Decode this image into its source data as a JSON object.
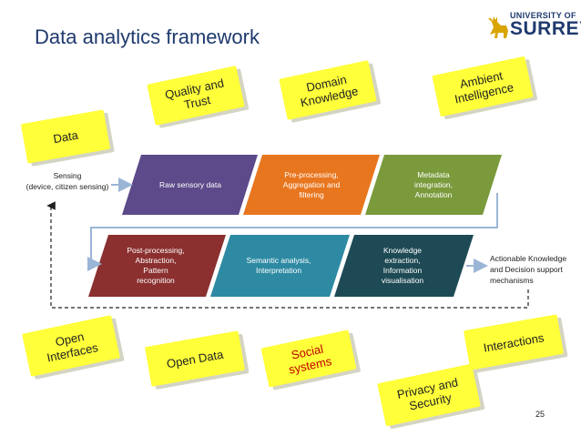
{
  "title": "Data analytics framework",
  "logo": {
    "line1": "UNIVERSITY OF",
    "line2": "SURREY"
  },
  "page_number": "25",
  "notes": {
    "data": "Data",
    "quality": "Quality and\nTrust",
    "domain": "Domain\nKnowledge",
    "ambient": "Ambient\nIntelligence",
    "open_interfaces": "Open\nInterfaces",
    "open_data": "Open Data",
    "social": "Social\nsystems",
    "privacy": "Privacy and\nSecurity",
    "interactions": "Interactions"
  },
  "sensing_label": "Sensing\n(device, citizen sensing)",
  "output_label": "Actionable Knowledge\nand Decision support\nmechanisms",
  "steps": [
    {
      "label": "Raw sensory data",
      "color": "#5c4a8a"
    },
    {
      "label": "Pre-processing,\nAggregation and\nfiltering",
      "color": "#e8761e"
    },
    {
      "label": "Metadata\nintegration,\nAnnotation",
      "color": "#7a9a3c"
    },
    {
      "label": "Post-processing,\nAbstraction,\nPattern\nrecognition",
      "color": "#8b2f2f"
    },
    {
      "label": "Semantic analysis,\nInterpretation",
      "color": "#2e8aa3"
    },
    {
      "label": "Knowledge\nextraction,\nInformation\nvisualisation",
      "color": "#1e4a55"
    }
  ],
  "colors": {
    "note": "#ffff3a",
    "title": "#1f3a6e",
    "connector": "#9bb5d6"
  }
}
